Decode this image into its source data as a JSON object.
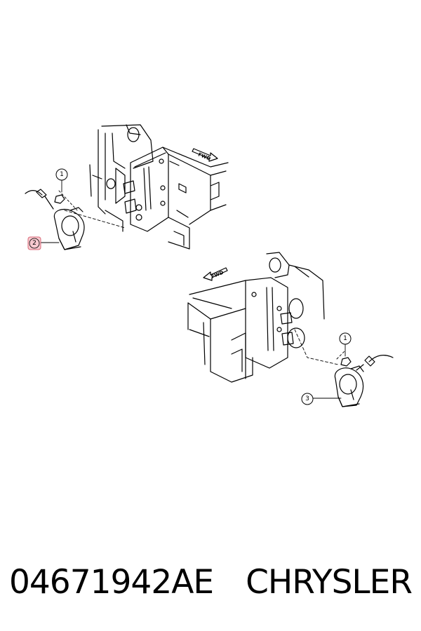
{
  "diagram": {
    "fwd_label": "FWD",
    "callouts": [
      {
        "id": "1a",
        "label": "1",
        "highlight": false
      },
      {
        "id": "2",
        "label": "2",
        "highlight": true
      },
      {
        "id": "1b",
        "label": "1",
        "highlight": false
      },
      {
        "id": "3",
        "label": "3",
        "highlight": false
      }
    ],
    "colors": {
      "line": "#000000",
      "highlight_fill": "#f7c9cf",
      "highlight_stroke": "#d96a78"
    }
  },
  "caption": {
    "part_number": "04671942AE",
    "brand": "CHRYSLER"
  }
}
